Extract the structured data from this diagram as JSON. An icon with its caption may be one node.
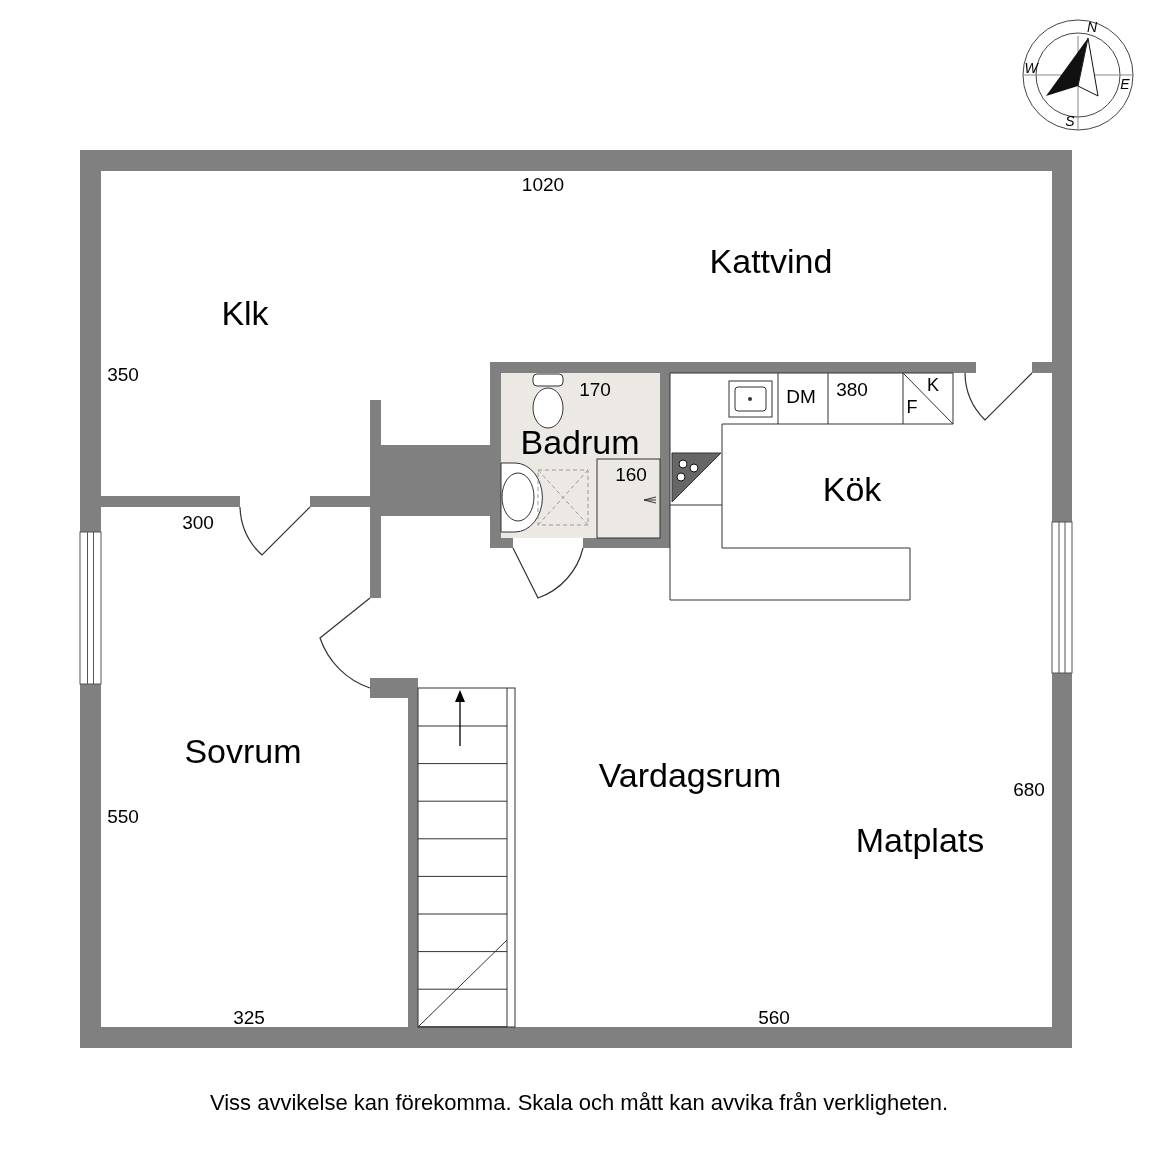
{
  "diagram": {
    "caption": "Viss avvikelse kan förekomma. Skala och mått kan avvika från verkligheten.",
    "labels": [
      "N",
      "W",
      "E",
      "S",
      "1020",
      "Kattvind",
      "Klk",
      "350",
      "170",
      "DM",
      "380",
      "K",
      "F",
      "Badrum",
      "160",
      "Kök",
      "300",
      "Sovrum",
      "Vardagsrum",
      "680",
      "550",
      "Matplats",
      "325",
      "560"
    ]
  }
}
